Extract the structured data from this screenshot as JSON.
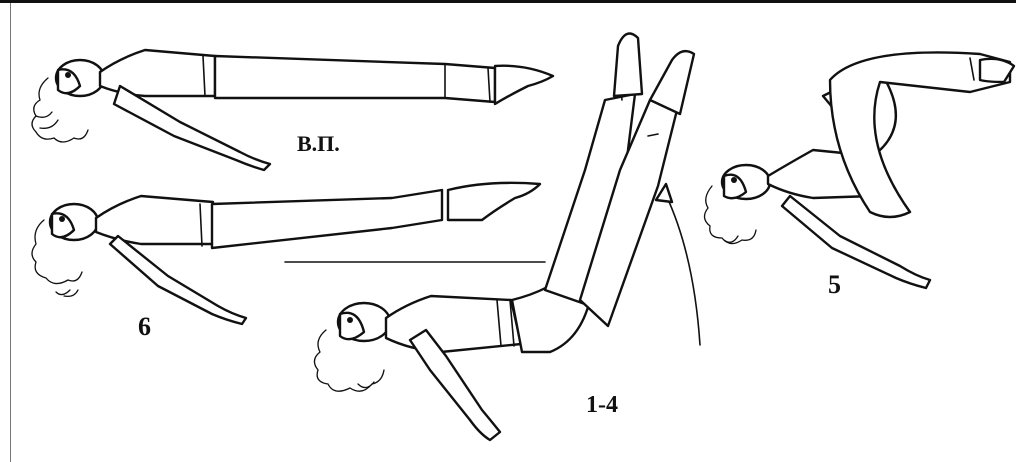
{
  "figure": {
    "labels": {
      "start_position": "В.П.",
      "step_6": "6",
      "step_5": "5",
      "steps_1_4": "1-4"
    }
  }
}
